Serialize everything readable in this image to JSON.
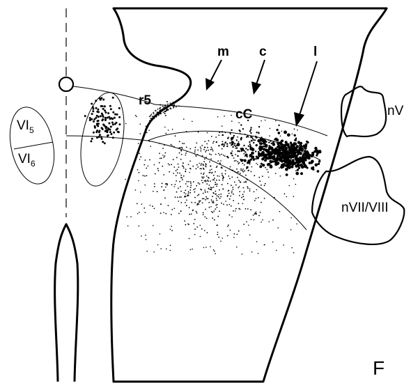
{
  "labels": {
    "m": "m",
    "c": "c",
    "l": "l",
    "r5": "r5",
    "cC": "cC",
    "nV": "nV",
    "nVIIVIII": "nVII/VIII",
    "VI5_main": "VI",
    "VI5_sub": "5",
    "VI6_main": "VI",
    "VI6_sub": "6",
    "panel": "F"
  },
  "colors": {
    "ink": "#000000",
    "background": "#ffffff"
  }
}
